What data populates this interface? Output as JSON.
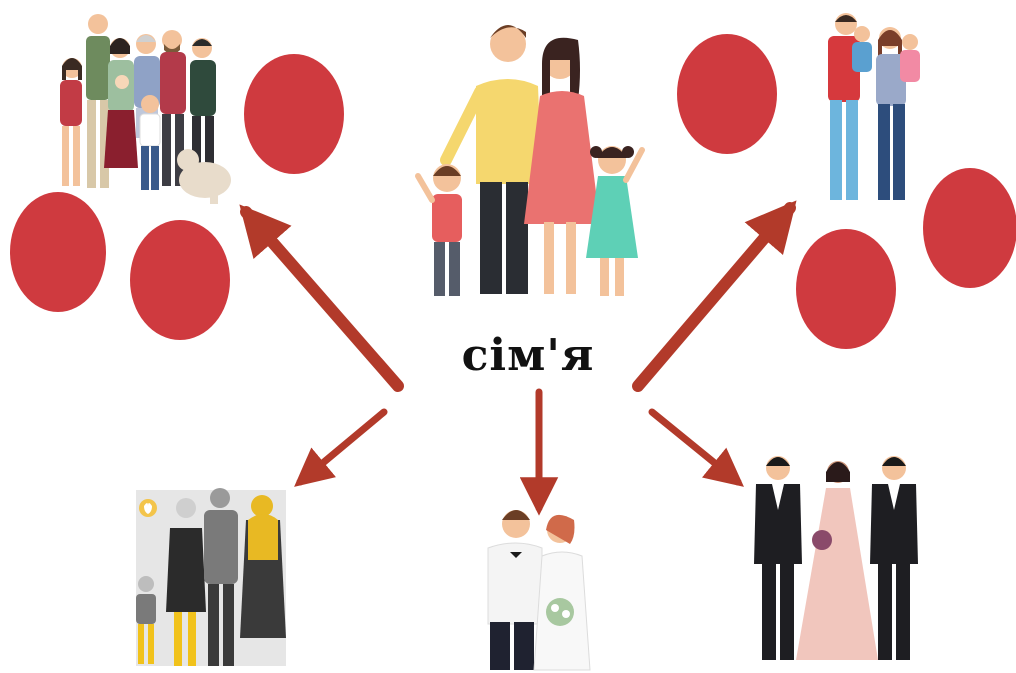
{
  "center": {
    "label": "сім'я"
  },
  "colors": {
    "circle": "#cf3a3f",
    "arrow": "#b23a2a",
    "skin": "#f3c29b",
    "suit": "#1e1e22"
  },
  "illustrations": [
    {
      "id": "extended-family",
      "position_word": "top-left",
      "placeholder_circles": 3
    },
    {
      "id": "parents-with-children",
      "position_word": "top-center",
      "placeholder_circles": 0
    },
    {
      "id": "parents-with-toddlers",
      "position_word": "top-right",
      "placeholder_circles": 3
    },
    {
      "id": "family-with-child",
      "position_word": "bottom-left",
      "placeholder_circles": 0
    },
    {
      "id": "wedding-couple",
      "position_word": "bottom-center",
      "placeholder_circles": 0
    },
    {
      "id": "wedding-party",
      "position_word": "bottom-right",
      "placeholder_circles": 0
    }
  ],
  "arrows": [
    "to-top-left",
    "to-top-right",
    "to-bottom-left",
    "to-bottom-center",
    "to-bottom-right"
  ]
}
